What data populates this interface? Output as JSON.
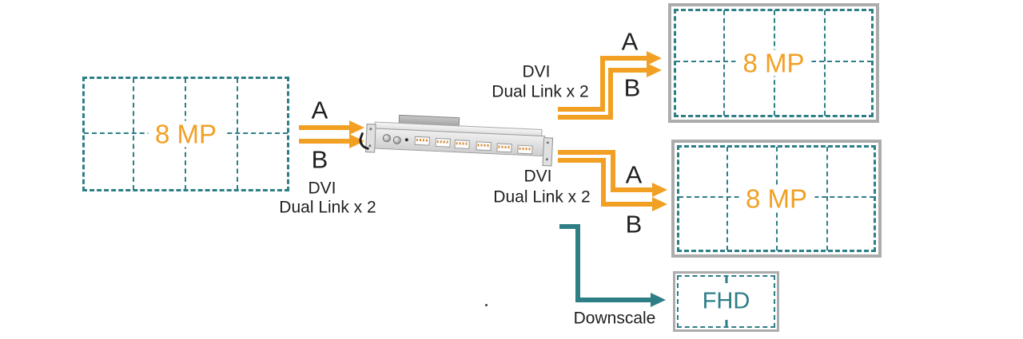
{
  "colors": {
    "orange": "#F2A024",
    "teal": "#2E7E86",
    "bezel": "#ACACAC",
    "ink": "#1F1F1F"
  },
  "source_wall": {
    "label": "8 MP"
  },
  "input_link": {
    "label_a": "A",
    "label_b": "B",
    "caption_line1": "DVI",
    "caption_line2": "Dual Link x 2"
  },
  "output_top": {
    "caption_line1": "DVI",
    "caption_line2": "Dual Link x 2",
    "label_a": "A",
    "label_b": "B",
    "display": {
      "label": "8 MP"
    }
  },
  "output_mid": {
    "caption_line1": "DVI",
    "caption_line2": "Dual Link x 2",
    "label_a": "A",
    "label_b": "B",
    "display": {
      "label": "8 MP"
    }
  },
  "output_downscale": {
    "caption": "Downscale",
    "display": {
      "label": "FHD"
    }
  }
}
